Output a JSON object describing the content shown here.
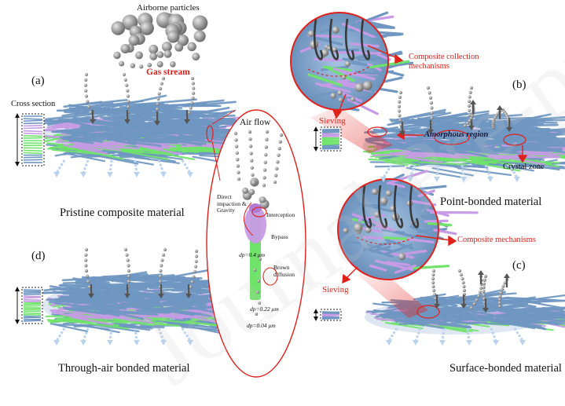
{
  "labels": {
    "airborne_particles": "Airborne particles",
    "gas_stream": "Gas stream",
    "panel_a": "(a)",
    "panel_b": "(b)",
    "panel_c": "(c)",
    "panel_d": "(d)",
    "cross_section": "Cross section",
    "caption_a": "Pristine composite material",
    "caption_b": "Point-bonded material",
    "caption_c": "Surface-bonded material",
    "caption_d": "Through-air bonded material",
    "air_flow": "Air flow",
    "direct_impaction": "Direct impaction & Gravity",
    "interception": "Interception",
    "bypass": "Bypass",
    "brown_diffusion": "Brown diffusion",
    "size_1": "dp=0.4 μm",
    "size_2": "dp=0.22 μm",
    "size_3": "dp=0.04 μm",
    "composite_collection": "Composite collection mechanisms",
    "sieving_b": "Sieving",
    "amorphous_region": "Amorphous region",
    "crystal_zone": "Crystal zone",
    "composite_mechanisms": "Composite mechanisms",
    "sieving_c": "Sieving",
    "watermark": "Journal Pre-proof"
  },
  "colors": {
    "fiber_blue": "#6f97c2",
    "fiber_purple": "#c79be6",
    "fiber_green": "#6fe36a",
    "red": "#e0201a",
    "particle": "#8f8f8f",
    "arrow_dark": "#555555",
    "flow_light": "#b9d3ef"
  }
}
